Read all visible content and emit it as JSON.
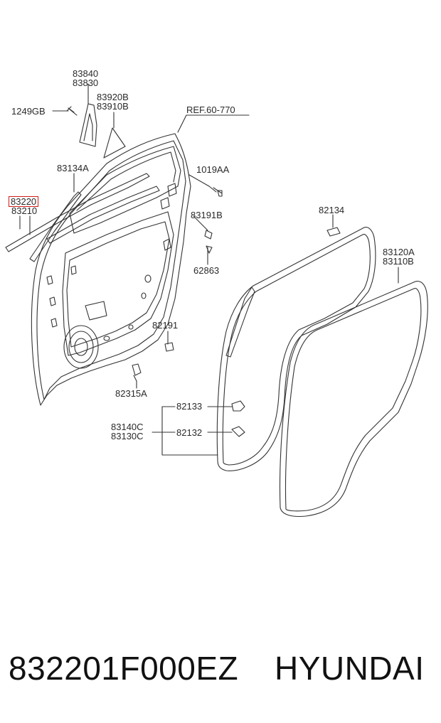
{
  "labels": {
    "p83840": "83840",
    "p83830": "83830",
    "p1249gb": "1249GB",
    "p83920b": "83920B",
    "p83910b": "83910B",
    "ref": "REF.60-770",
    "p83134a": "83134A",
    "p1019aa": "1019AA",
    "p83220": "83220",
    "p83210": "83210",
    "p83191b": "83191B",
    "p82134": "82134",
    "p62863": "62863",
    "p83120a": "83120A",
    "p83110b": "83110B",
    "p82191": "82191",
    "p82315a": "82315A",
    "p82133": "82133",
    "p83140c": "83140C",
    "p83130c": "83130C",
    "p82132": "82132"
  },
  "caption": {
    "part_number": "832201F000EZ",
    "brand": "HYUNDAI"
  },
  "colors": {
    "line": "#333333",
    "highlight": "#d11a1a"
  }
}
